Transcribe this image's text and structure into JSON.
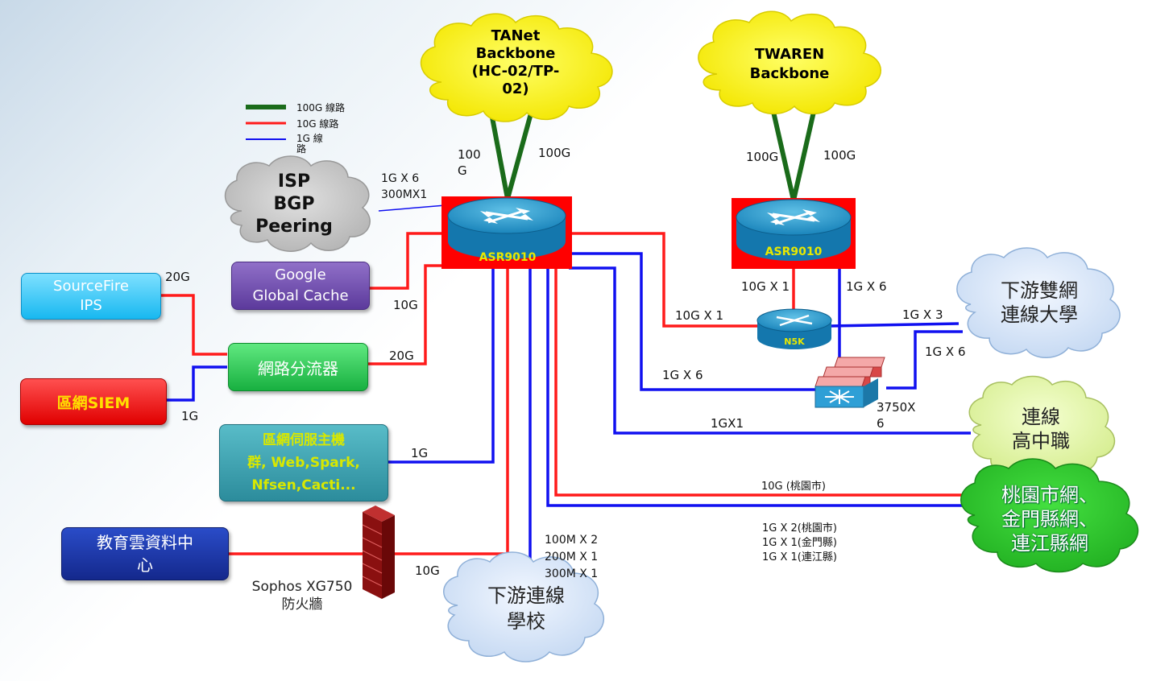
{
  "legend": {
    "items": [
      {
        "label": "100G 線路",
        "color": "#1a6b1a"
      },
      {
        "label": "10G 線路",
        "color": "#ff0000"
      },
      {
        "label": "1G 線\n路",
        "color": "#0000ff"
      }
    ]
  },
  "clouds": {
    "tanet": "TANet\nBackbone\n(HC-02/TP-\n02)",
    "twaren": "TWAREN\nBackbone",
    "isp": "ISP\nBGP\nPeering",
    "downstream_univ": "下游雙網\n連線大學",
    "highschool": "連線\n高中職",
    "city": "桃園市網、\n金門縣網、\n連江縣網",
    "schools": "下游連線\n學校"
  },
  "devices": {
    "asr_main": "ASR9010",
    "asr_twaren": "ASR9010",
    "n5k": "N5K",
    "sw3750": "3750X\n6",
    "firewall": "Sophos XG750\n防火牆"
  },
  "boxes": {
    "sourcefire": "SourceFire\nIPS",
    "google": "Google\nGlobal Cache",
    "splitter": "網路分流器",
    "siem": "區網SIEM",
    "servers": "區網伺服主機\n群, Web,Spark,\nNfsen,Cacti...",
    "cloud_dc": "教育雲資料中\n心"
  },
  "links": {
    "tanet_left": "100\nG",
    "tanet_right": "100G",
    "twaren_left": "100G",
    "twaren_right": "100G",
    "isp": "1G X 6\n300MX1",
    "sourcefire": "20G",
    "google": "10G",
    "splitter": "20G",
    "siem": "1G",
    "servers": "1G",
    "cloud_dc": "10G",
    "asr_n5k_10g": "10G X 1",
    "asr2_n5k": "10G X 1",
    "asr2_sw": "1G X 6",
    "univ_1gx3": "1G X 3",
    "univ_1gx6": "1G X 6",
    "asr_sw_1gx6": "1G X 6",
    "highschool": "1GX1",
    "city_10g": "10G (桃園市)",
    "city_1g": "1G X 2(桃園市)\n1G X 1(金門縣)\n1G X 1(連江縣)",
    "schools": "100M X 2\n200M X 1\n300M X 1"
  }
}
